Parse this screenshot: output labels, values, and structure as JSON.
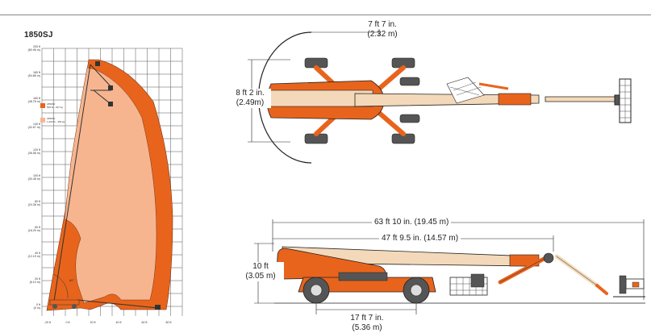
{
  "model": "1850SJ",
  "colors": {
    "envelope_outer": "#e8641c",
    "envelope_inner": "#f6b58f",
    "machine_orange": "#e8641c",
    "boom_beige": "#f3d9b9",
    "outline": "#222222"
  },
  "range_chart": {
    "y_labels": [
      {
        "ft": "200 ft",
        "m": "(60.96 m)"
      },
      {
        "ft": "180 ft",
        "m": "(54.86 m)"
      },
      {
        "ft": "160 ft",
        "m": "(48.76 m)"
      },
      {
        "ft": "140 ft",
        "m": "(42.67 m)"
      },
      {
        "ft": "120 ft",
        "m": "(36.58 m)"
      },
      {
        "ft": "100 ft",
        "m": "(30.48 m)"
      },
      {
        "ft": "80 ft",
        "m": "(24.38 m)"
      },
      {
        "ft": "60 ft",
        "m": "(18.29 m)"
      },
      {
        "ft": "40 ft",
        "m": "(12.19 m)"
      },
      {
        "ft": "20 ft",
        "m": "(6.10 m)"
      },
      {
        "ft": "0 ft",
        "m": "(0 m)"
      }
    ],
    "x_labels": [
      "-20 ft",
      "0 ft",
      "20 ft",
      "40 ft",
      "60 ft",
      "80 ft"
    ],
    "legend": [
      {
        "line1": "1850SJ",
        "line2": "500 lb - 227 kg"
      },
      {
        "line1": "1850SJ",
        "line2": "1,000 lb - 454 kg"
      }
    ],
    "angle_label": "80°"
  },
  "top_view": {
    "swing_width": "7 ft 7 in.",
    "swing_width_m": "(2.32 m)",
    "width": "8 ft 2 in.",
    "width_m": "(2.49m)"
  },
  "side_view": {
    "overall_length": "63 ft 10 in. (19.45 m)",
    "stowed_length": "47 ft 9.5 in. (14.57 m)",
    "height": "10 ft",
    "height_m": "(3.05 m)",
    "wheelbase": "17 ft 7 in.",
    "wheelbase_m": "(5.36 m)"
  }
}
